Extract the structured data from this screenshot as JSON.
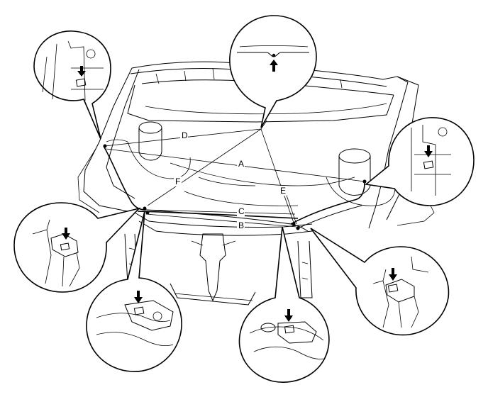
{
  "diagram": {
    "labels": {
      "a": "A",
      "b": "B",
      "c": "C",
      "d": "D",
      "e": "E",
      "f": "F"
    },
    "callouts": [
      {
        "id": "top-left",
        "shows": "arrow-and-square-mark"
      },
      {
        "id": "top-center",
        "shows": "arrow-pointing-at-pin"
      },
      {
        "id": "right",
        "shows": "arrow-and-square-mark"
      },
      {
        "id": "mid-left",
        "shows": "arrow-and-square-mark"
      },
      {
        "id": "bottom-left",
        "shows": "arrow-and-square-mark"
      },
      {
        "id": "bottom-center",
        "shows": "arrow-and-square-mark"
      },
      {
        "id": "bottom-right",
        "shows": "arrow-and-square-mark"
      }
    ]
  }
}
